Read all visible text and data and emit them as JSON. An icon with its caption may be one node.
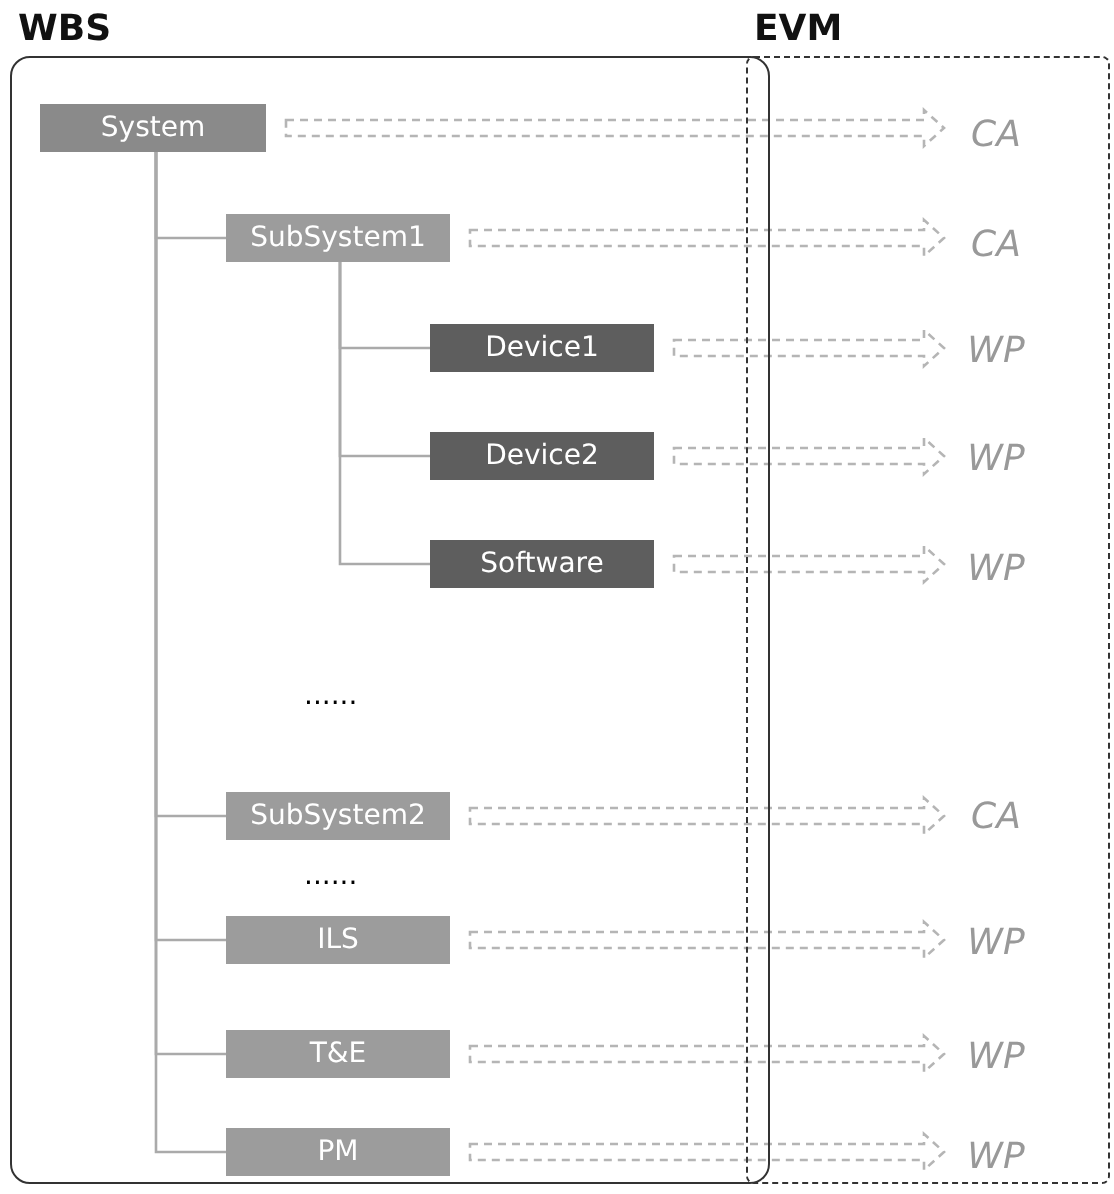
{
  "diagram": {
    "nodes": [
      {
        "text": [
          "WBS"
        ]
      },
      {
        "text": [
          "EVM"
        ]
      },
      {
        "text": [
          "System"
        ],
        "in": 0
      },
      {
        "text": [
          "SubSystem1"
        ],
        "in": 0
      },
      {
        "text": [
          "Device1"
        ],
        "in": 0
      },
      {
        "text": [
          "Device2"
        ],
        "in": 0
      },
      {
        "text": [
          "Software"
        ],
        "in": 0
      },
      {
        "text": [
          "SubSystem2"
        ],
        "in": 0
      },
      {
        "text": [
          "ILS"
        ],
        "in": 0
      },
      {
        "text": [
          "T&E"
        ],
        "in": 0
      },
      {
        "text": [
          "PM"
        ],
        "in": 0
      },
      {
        "text": [
          "CA"
        ],
        "in": 1
      },
      {
        "text": [
          "CA"
        ],
        "in": 1
      },
      {
        "text": [
          "WP"
        ],
        "in": 1
      },
      {
        "text": [
          "WP"
        ],
        "in": 1
      },
      {
        "text": [
          "WP"
        ],
        "in": 1
      },
      {
        "text": [
          "CA"
        ],
        "in": 1
      },
      {
        "text": [
          "WP"
        ],
        "in": 1
      },
      {
        "text": [
          "WP"
        ],
        "in": 1
      },
      {
        "text": [
          "WP"
        ],
        "in": 1
      }
    ],
    "edges": [
      {
        "from": 2,
        "to": 3,
        "arrow": "none"
      },
      {
        "from": 3,
        "to": 4,
        "arrow": "none"
      },
      {
        "from": 3,
        "to": 5,
        "arrow": "none"
      },
      {
        "from": 3,
        "to": 6,
        "arrow": "none"
      },
      {
        "from": 2,
        "to": 7,
        "arrow": "none"
      },
      {
        "from": 2,
        "to": 8,
        "arrow": "none"
      },
      {
        "from": 2,
        "to": 9,
        "arrow": "none"
      },
      {
        "from": 2,
        "to": 10,
        "arrow": "none"
      },
      {
        "from": 2,
        "to": 11,
        "arrow": "to",
        "style": "dashed"
      },
      {
        "from": 3,
        "to": 12,
        "arrow": "to",
        "style": "dashed"
      },
      {
        "from": 4,
        "to": 13,
        "arrow": "to",
        "style": "dashed"
      },
      {
        "from": 5,
        "to": 14,
        "arrow": "to",
        "style": "dashed"
      },
      {
        "from": 6,
        "to": 15,
        "arrow": "to",
        "style": "dashed"
      },
      {
        "from": 7,
        "to": 16,
        "arrow": "to",
        "style": "dashed"
      },
      {
        "from": 8,
        "to": 17,
        "arrow": "to",
        "style": "dashed"
      },
      {
        "from": 9,
        "to": 18,
        "arrow": "to",
        "style": "dashed"
      },
      {
        "from": 10,
        "to": 19,
        "arrow": "to",
        "style": "dashed"
      }
    ],
    "labels": [
      "......",
      "......"
    ]
  }
}
